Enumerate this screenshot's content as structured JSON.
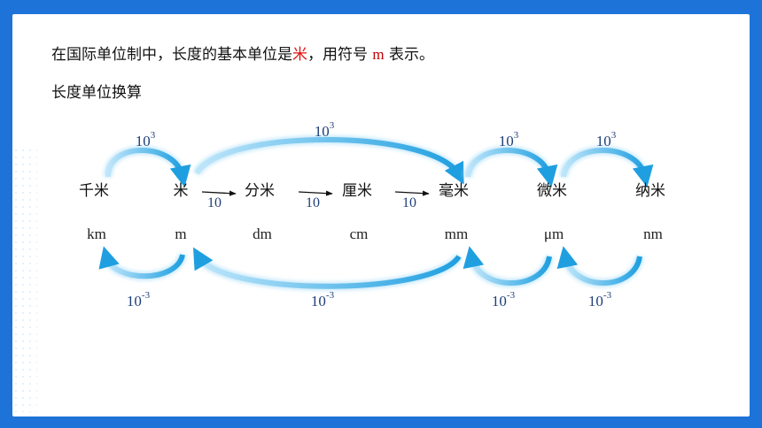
{
  "intro": {
    "prefix": "在国际单位制中，长度的基本单位是",
    "highlight": "米",
    "middle": "，用符号 ",
    "symbol": "m",
    "suffix": " 表示。"
  },
  "heading": "长度单位换算",
  "units": [
    {
      "cn": "千米",
      "sym": "km"
    },
    {
      "cn": "米",
      "sym": "m"
    },
    {
      "cn": "分米",
      "sym": "dm"
    },
    {
      "cn": "厘米",
      "sym": "cm"
    },
    {
      "cn": "毫米",
      "sym": "mm"
    },
    {
      "cn": "微米",
      "sym": "μm"
    },
    {
      "cn": "纳米",
      "sym": "nm"
    }
  ],
  "factors": {
    "base": "10",
    "up_exp": "3",
    "down_exp": "-3",
    "step": "10"
  },
  "colors": {
    "frame": "#1e73d8",
    "arrow": "#2aa8e6",
    "label": "#1f3f7a",
    "highlight": "#e01010"
  }
}
